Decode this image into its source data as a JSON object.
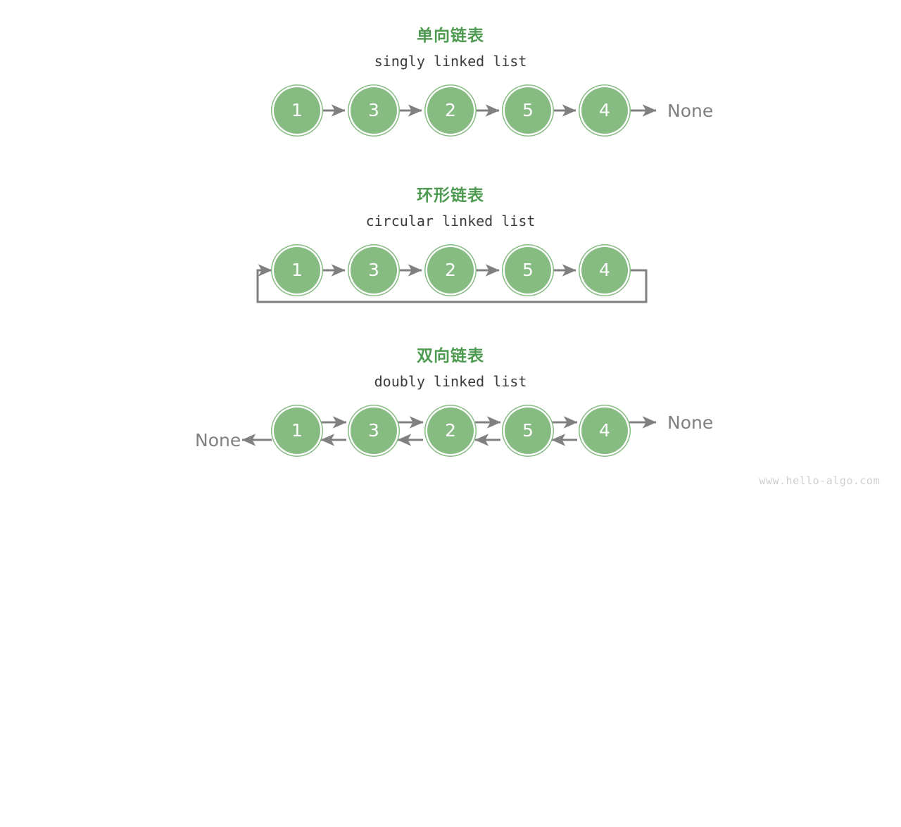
{
  "page": {
    "background": "#ffffff",
    "watermark": "www.hello-algo.com"
  },
  "colors": {
    "node_fill": "#86bb82",
    "node_ring": "#86bb82",
    "node_text": "#ffffff",
    "title_cn": "#4e9a51",
    "title_en": "#3b3b3b",
    "arrow": "#808080",
    "none_text": "#808080",
    "watermark": "#cfcfcf"
  },
  "sections": [
    {
      "id": "singly",
      "title_cn": "单向链表",
      "title_en": "singly linked list",
      "nodes": [
        "1",
        "3",
        "2",
        "5",
        "4"
      ],
      "tail_label": "None",
      "head_label": null
    },
    {
      "id": "circular",
      "title_cn": "环形链表",
      "title_en": "circular linked list",
      "nodes": [
        "1",
        "3",
        "2",
        "5",
        "4"
      ],
      "tail_label": null,
      "head_label": null
    },
    {
      "id": "doubly",
      "title_cn": "双向链表",
      "title_en": "doubly linked list",
      "nodes": [
        "1",
        "3",
        "2",
        "5",
        "4"
      ],
      "tail_label": "None",
      "head_label": "None"
    }
  ]
}
